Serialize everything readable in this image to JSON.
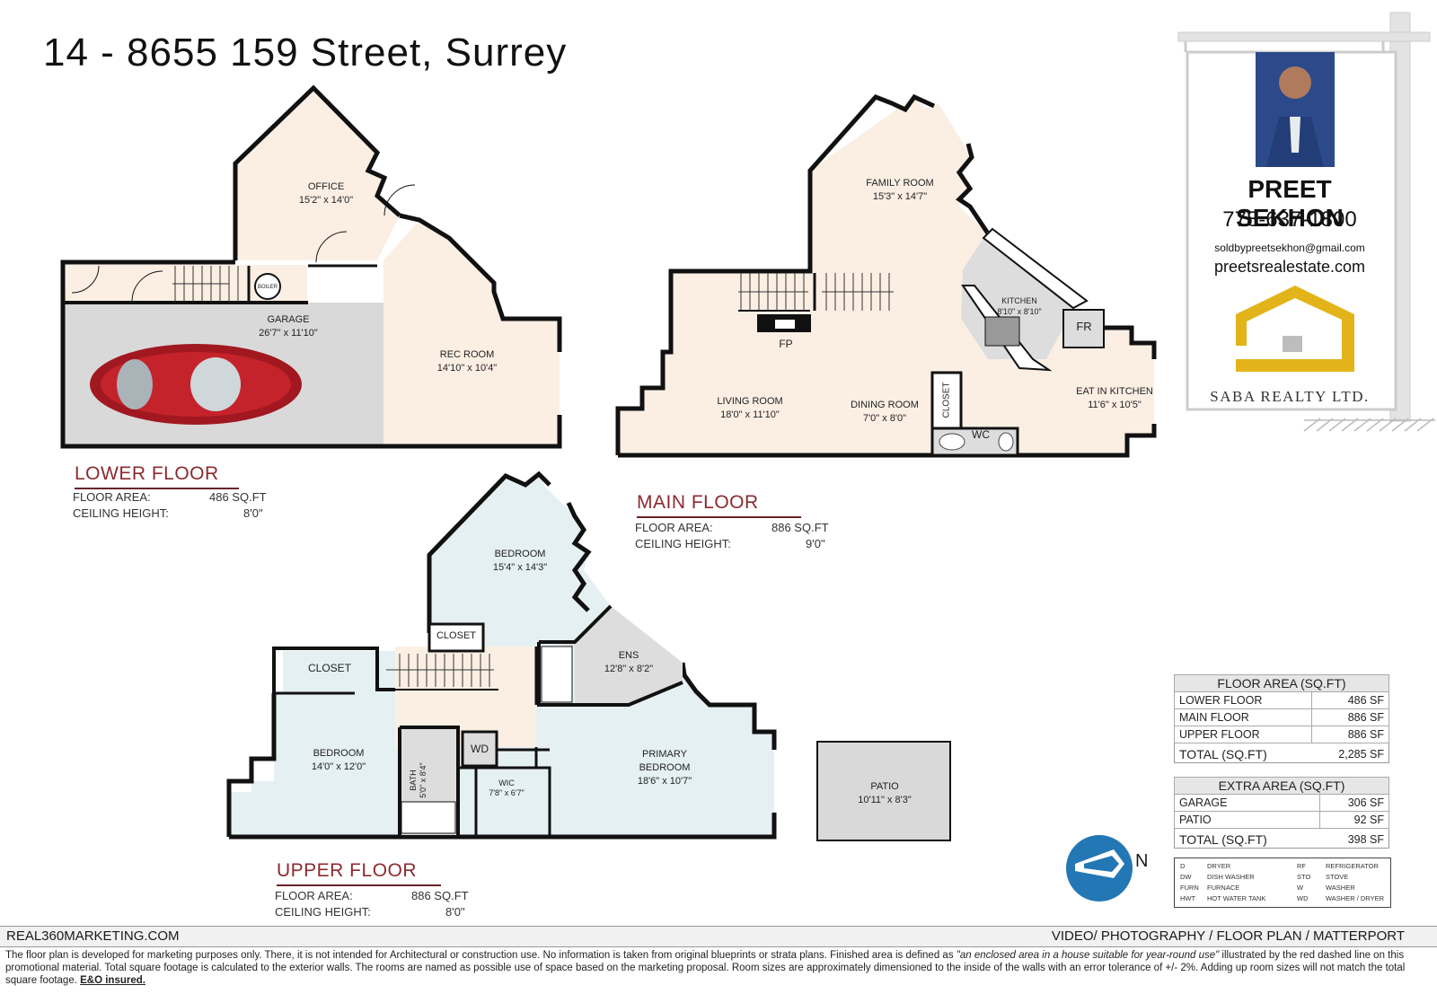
{
  "title": "14 - 8655 159 Street, Surrey",
  "agent": {
    "name": "PREET SEKHON",
    "phone": "778-637-1800",
    "email": "soldbypreetsekhon@gmail.com",
    "website": "preetsrealestate.com",
    "brokerage": "SABA REALTY LTD.",
    "brand_color": "#e2b419"
  },
  "floors": {
    "lower": {
      "name": "LOWER FLOOR",
      "area_label": "FLOOR AREA:",
      "area": "486 SQ.FT",
      "ceiling_label": "CEILING HEIGHT:",
      "ceiling": "8'0\""
    },
    "main": {
      "name": "MAIN FLOOR",
      "area_label": "FLOOR AREA:",
      "area": "886 SQ.FT",
      "ceiling_label": "CEILING HEIGHT:",
      "ceiling": "9'0\""
    },
    "upper": {
      "name": "UPPER FLOOR",
      "area_label": "FLOOR AREA:",
      "area": "886 SQ.FT",
      "ceiling_label": "CEILING HEIGHT:",
      "ceiling": "8'0\""
    }
  },
  "rooms": {
    "office": {
      "name": "OFFICE",
      "dim": "15'2\" x 14'0\""
    },
    "garage": {
      "name": "GARAGE",
      "dim": "26'7\" x 11'10\""
    },
    "rec_room": {
      "name": "REC ROOM",
      "dim": "14'10\" x 10'4\""
    },
    "boiler": "BOILER",
    "family_room": {
      "name": "FAMILY ROOM",
      "dim": "15'3\" x 14'7\""
    },
    "kitchen": {
      "name": "KITCHEN",
      "dim": "8'10\" x 8'10\""
    },
    "fr": "FR",
    "fp": "FP",
    "living_room": {
      "name": "LIVING ROOM",
      "dim": "18'0\" x 11'10\""
    },
    "dining_room": {
      "name": "DINING ROOM",
      "dim": "7'0\" x 8'0\""
    },
    "closet_main": "CLOSET",
    "wc": "WC",
    "eat_in_kitchen": {
      "name": "EAT IN KITCHEN",
      "dim": "11'6\" x 10'5\""
    },
    "bedroom_top": {
      "name": "BEDROOM",
      "dim": "15'4\" x 14'3\""
    },
    "closet_a": "CLOSET",
    "closet_b": "CLOSET",
    "ens": {
      "name": "ENS",
      "dim": "12'8\" x 8'2\""
    },
    "bedroom_left": {
      "name": "BEDROOM",
      "dim": "14'0\" x 12'0\""
    },
    "bath": {
      "name": "BATH",
      "dim": "5'0\" x 8'4\""
    },
    "wd": "WD",
    "wic": {
      "name": "WIC",
      "dim": "7'8\" x 6'7\""
    },
    "primary": {
      "name": "PRIMARY BEDROOM",
      "dim": "18'6\" x 10'7\""
    },
    "patio": {
      "name": "PATIO",
      "dim": "10'11\" x 8'3\""
    }
  },
  "floor_area_table": {
    "title": "FLOOR AREA (SQ.FT)",
    "rows": [
      {
        "label": "LOWER FLOOR",
        "value": "486 SF"
      },
      {
        "label": "MAIN FLOOR",
        "value": "886 SF"
      },
      {
        "label": "UPPER FLOOR",
        "value": "886 SF"
      }
    ],
    "total_label": "TOTAL (SQ.FT)",
    "total": "2,285 SF"
  },
  "extra_area_table": {
    "title": "EXTRA AREA (SQ.FT)",
    "rows": [
      {
        "label": "GARAGE",
        "value": "306 SF"
      },
      {
        "label": "PATIO",
        "value": "92 SF"
      }
    ],
    "total_label": "TOTAL (SQ.FT)",
    "total": "398 SF"
  },
  "legend": [
    {
      "code": "D",
      "label": "DRYER"
    },
    {
      "code": "DW",
      "label": "DISH WASHER"
    },
    {
      "code": "FURN",
      "label": "FURNACE"
    },
    {
      "code": "HWT",
      "label": "HOT WATER TANK"
    },
    {
      "code": "RF",
      "label": "REFRIGERATOR"
    },
    {
      "code": "STO",
      "label": "STOVE"
    },
    {
      "code": "W",
      "label": "WASHER"
    },
    {
      "code": "WD",
      "label": "WASHER / DRYER"
    }
  ],
  "compass": "N",
  "footer": {
    "left": "REAL360MARKETING.COM",
    "right": "VIDEO/ PHOTOGRAPHY / FLOOR PLAN / MATTERPORT",
    "disclaimer_a": "The floor plan is developed for marketing purposes only. There, it is not intended for Architectural or construction use. No information is  taken from original blueprints or strata plans. Finished area is defined as ",
    "disclaimer_quote": "\"an enclosed area in a house suitable for year-round use\"",
    "disclaimer_b": " illustrated by the red dashed line on this promotional material. Total square footage is calculated to the exterior walls. The rooms are named as possible use of space based on the marketing proposal. Room sizes are approximately dimensioned to the inside of the walls with an error tolerance of +/- 2%. Adding up room sizes will not match the total square footage. ",
    "disclaimer_eo": "E&O insured."
  },
  "colors": {
    "lower_fill": "#fbefe4",
    "main_fill": "#fbefe4",
    "upper_fill": "#e5f0f2",
    "garage_fill": "#d9d9d9",
    "heading": "#8b2a2f"
  }
}
